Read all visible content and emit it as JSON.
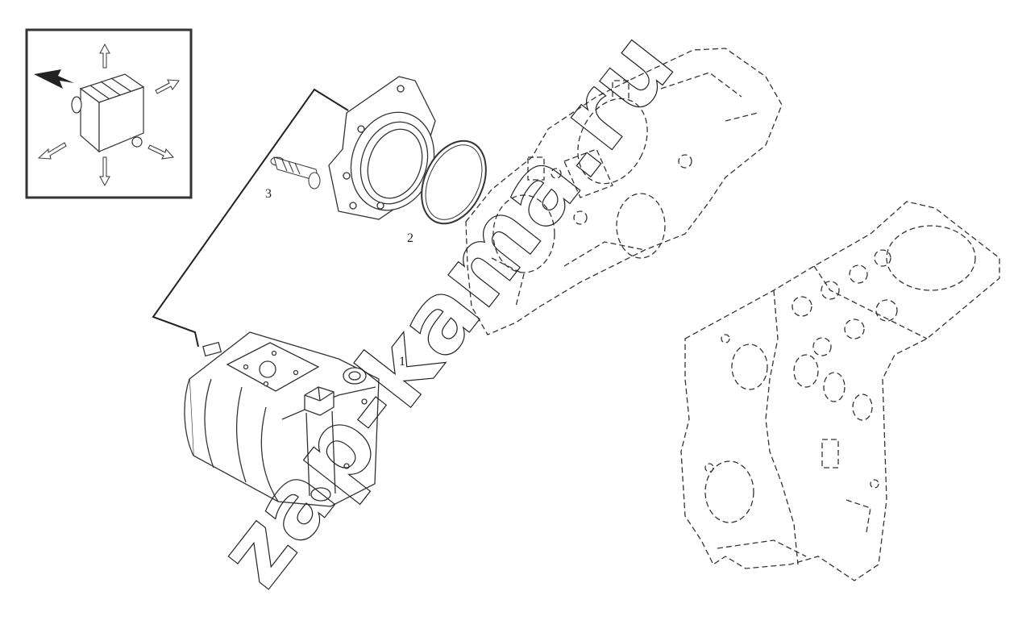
{
  "diagram": {
    "callouts": [
      {
        "id": "1",
        "label": "1"
      },
      {
        "id": "2",
        "label": "2"
      },
      {
        "id": "3",
        "label": "3"
      }
    ],
    "corner_code": "",
    "watermark": "zap-kama.ru",
    "colors": {
      "line": "#333333",
      "inset_border": "#333333",
      "watermark": "#222222"
    }
  }
}
